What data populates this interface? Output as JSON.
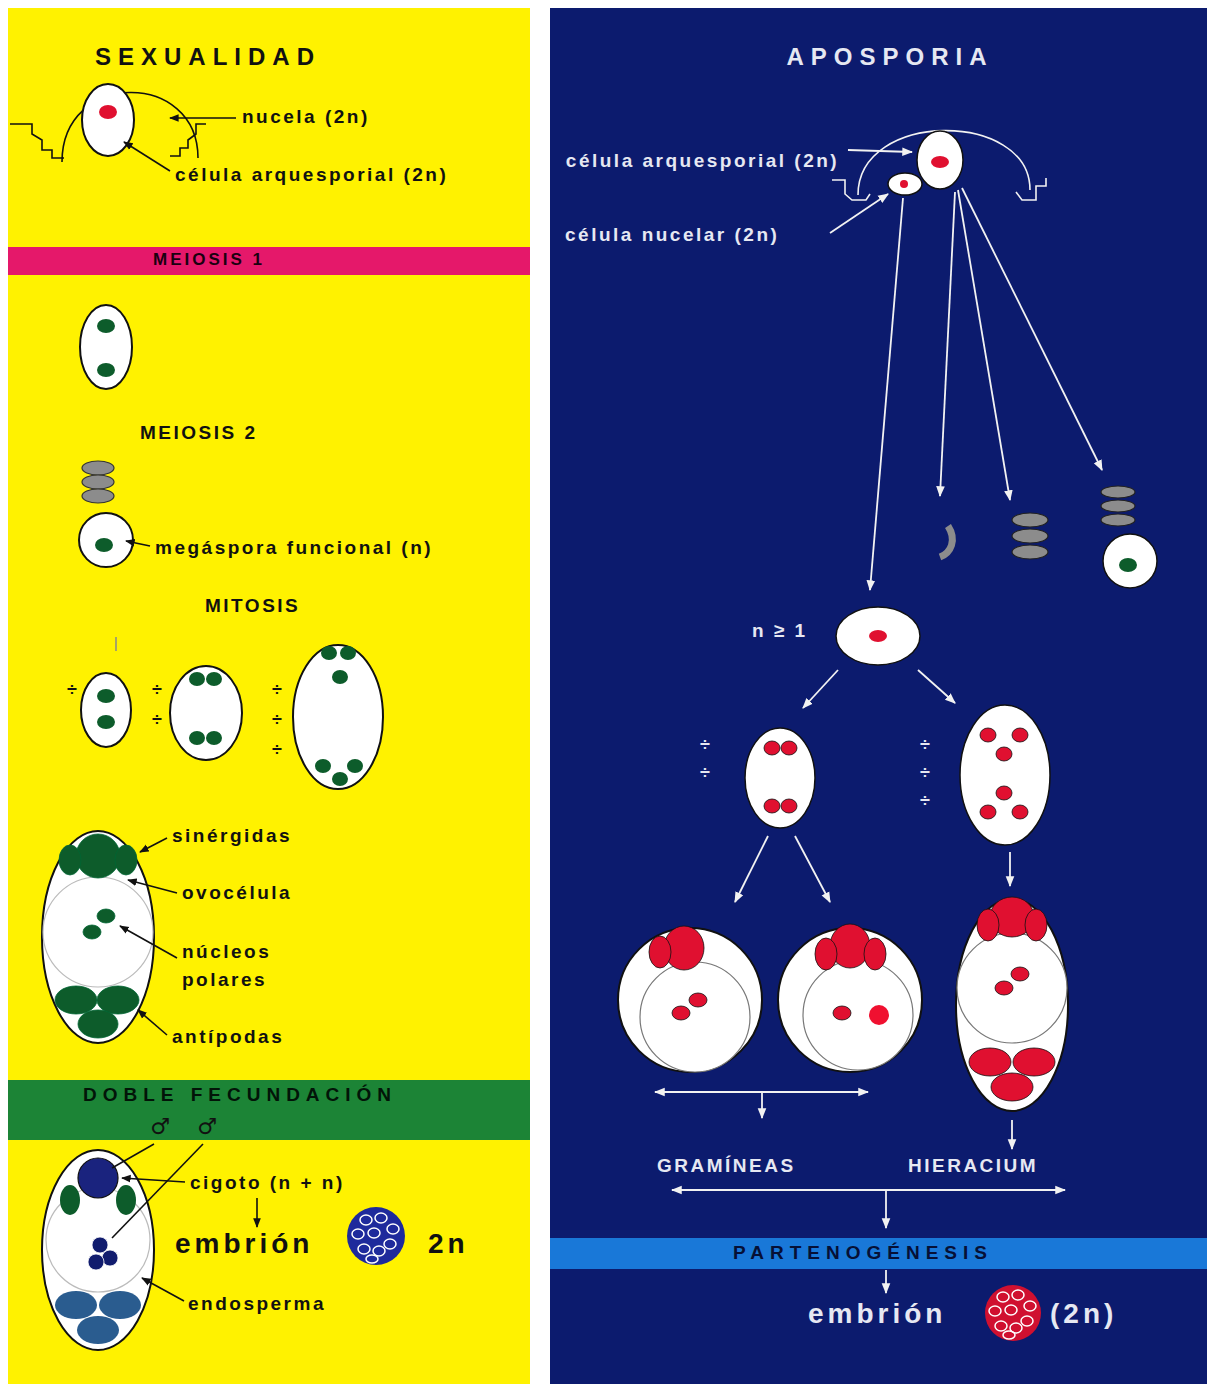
{
  "diagram": {
    "nodes": [
      {
        "text": [
          "SEXUALIDAD"
        ]
      },
      {
        "text": [
          "MEIOSIS 1"
        ],
        "in": 0
      },
      {
        "text": [
          "DOBLE FECUNDACIÓN"
        ],
        "in": 0
      },
      {
        "text": [
          "APOSPORIA"
        ]
      },
      {
        "text": [
          "PARTENOGÉNESIS"
        ],
        "in": 3
      }
    ],
    "labels": [
      "nucela (2n)",
      "célula arquesporial (2n)",
      "MEIOSIS 2",
      "megáspora funcional (n)",
      "MITOSIS",
      "÷",
      "÷",
      "÷",
      "÷",
      "÷",
      "÷",
      "sinérgidas",
      "ovocélula",
      "núcleos polares",
      "antípodas",
      "♂",
      "♂",
      "cigoto (n + n)",
      "embrión",
      "2n",
      "endosperma",
      "célula arquesporial (2n)",
      "célula nucelar (2n)",
      "n ≥ 1",
      "÷",
      "÷",
      "÷",
      "÷",
      "÷",
      "GRAMÍNEAS",
      "HIERACIUM",
      "embrión",
      "(2n)"
    ]
  }
}
